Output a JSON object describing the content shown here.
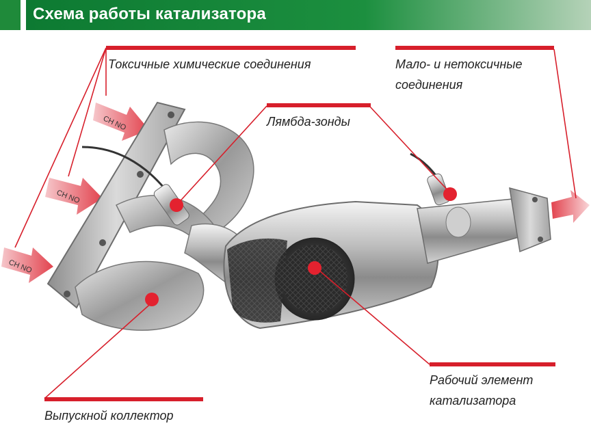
{
  "title": "Схема работы катализатора",
  "labels": {
    "toxic": "Токсичные химические соединения",
    "low_toxic_line1": "Мало- и нетоксичные",
    "low_toxic_line2": "соединения",
    "lambda": "Лямбда-зонды",
    "element_line1": "Рабочий элемент",
    "element_line2": "катализатора",
    "manifold": "Выпускной коллектор"
  },
  "arrow_text": [
    "CH NO",
    "CH NO",
    "CH NO"
  ],
  "colors": {
    "accent_red": "#d71f2b",
    "title_green": "#1c8f3f",
    "arrow_red": "#e2434e"
  }
}
